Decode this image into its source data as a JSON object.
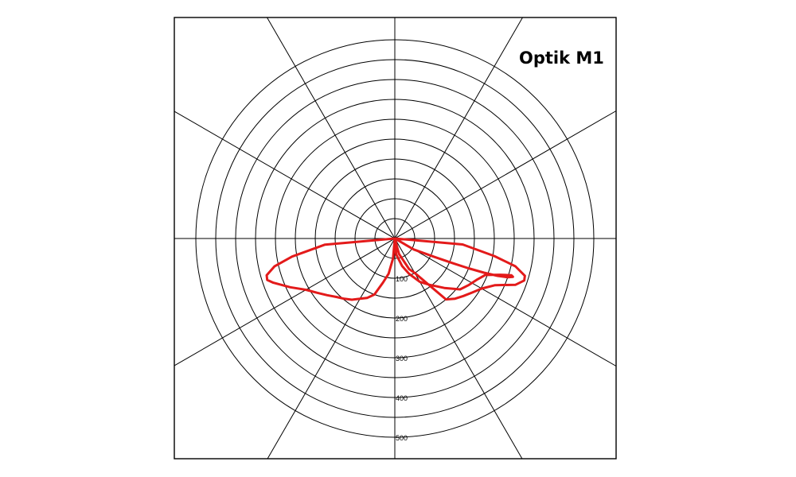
{
  "chart_data": {
    "type": "polar",
    "title": "Optik M1",
    "radial_ticks": [
      "100",
      "200",
      "300",
      "400",
      "500"
    ],
    "rlim": [
      0,
      500
    ],
    "angular_grid_step_deg": 30,
    "grid": true,
    "legend": "none",
    "series": [
      {
        "color": "#e31a1a",
        "points": [
          {
            "angle": 0,
            "r": 0
          },
          {
            "angle": 60,
            "r": 55
          },
          {
            "angle": 65,
            "r": 110
          },
          {
            "angle": 67,
            "r": 160
          },
          {
            "angle": 68,
            "r": 200
          },
          {
            "angle": 69,
            "r": 240
          },
          {
            "angle": 70,
            "r": 275
          },
          {
            "angle": 71,
            "r": 300
          },
          {
            "angle": 72,
            "r": 312
          },
          {
            "angle": 72.5,
            "r": 307
          },
          {
            "angle": 71,
            "r": 280
          },
          {
            "angle": 68,
            "r": 245
          },
          {
            "angle": 63,
            "r": 230
          },
          {
            "angle": 58,
            "r": 220
          },
          {
            "angle": 52,
            "r": 208
          },
          {
            "angle": 45,
            "r": 176
          },
          {
            "angle": 37,
            "r": 146
          },
          {
            "angle": 30,
            "r": 126
          },
          {
            "angle": 22,
            "r": 96
          },
          {
            "angle": 15,
            "r": 72
          },
          {
            "angle": 5,
            "r": 40
          },
          {
            "angle": 0,
            "r": 0
          },
          {
            "angle": -5,
            "r": 50
          },
          {
            "angle": -10,
            "r": 90
          },
          {
            "angle": -15,
            "r": 115
          },
          {
            "angle": -20,
            "r": 150
          },
          {
            "angle": -25,
            "r": 165
          },
          {
            "angle": -30,
            "r": 175
          },
          {
            "angle": -35,
            "r": 188
          },
          {
            "angle": -40,
            "r": 198
          },
          {
            "angle": -45,
            "r": 208
          },
          {
            "angle": -50,
            "r": 222
          },
          {
            "angle": -55,
            "r": 238
          },
          {
            "angle": -60,
            "r": 258
          },
          {
            "angle": -65,
            "r": 290
          },
          {
            "angle": -70,
            "r": 325
          },
          {
            "angle": -72,
            "r": 337
          },
          {
            "angle": -74,
            "r": 335
          },
          {
            "angle": -77,
            "r": 310
          },
          {
            "angle": -80,
            "r": 262
          },
          {
            "angle": -85,
            "r": 176
          },
          {
            "angle": -90,
            "r": 0
          },
          {
            "angle": 90,
            "r": 0
          },
          {
            "angle": 85,
            "r": 171
          },
          {
            "angle": 80,
            "r": 254
          },
          {
            "angle": 77,
            "r": 311
          },
          {
            "angle": 74,
            "r": 340
          },
          {
            "angle": 72,
            "r": 342
          },
          {
            "angle": 69,
            "r": 325
          },
          {
            "angle": 65,
            "r": 278
          },
          {
            "angle": 60,
            "r": 252
          },
          {
            "angle": 55,
            "r": 237
          },
          {
            "angle": 50,
            "r": 225
          },
          {
            "angle": 45,
            "r": 214
          },
          {
            "angle": 40,
            "r": 200
          },
          {
            "angle": 30,
            "r": 100
          },
          {
            "angle": 25,
            "r": 85
          },
          {
            "angle": 15,
            "r": 40
          },
          {
            "angle": 0,
            "r": 0
          }
        ]
      }
    ]
  }
}
